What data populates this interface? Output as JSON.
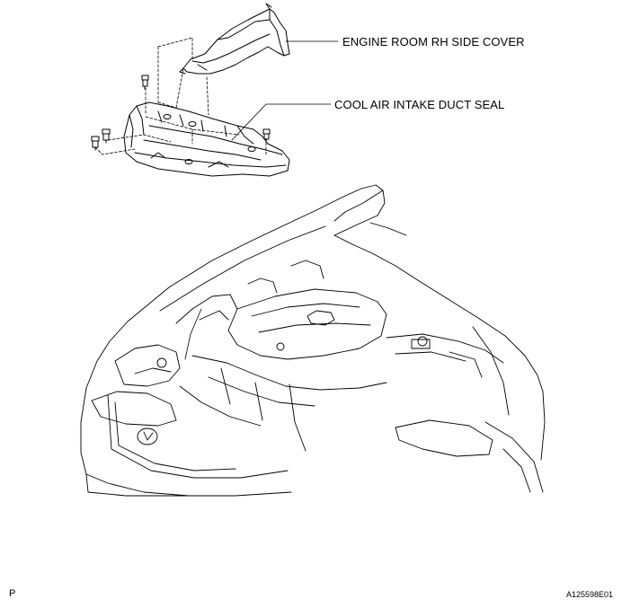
{
  "callouts": {
    "engine_room_cover": "ENGINE ROOM RH SIDE COVER",
    "intake_duct_seal": "COOL AIR INTAKE DUCT SEAL"
  },
  "footer": {
    "page_letter": "P",
    "figure_id": "A125598E01"
  },
  "colors": {
    "line": "#000000",
    "background": "#ffffff"
  }
}
